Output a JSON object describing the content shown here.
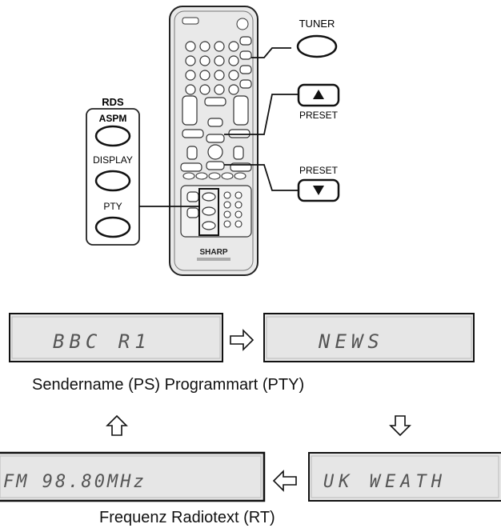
{
  "rds_group": {
    "title": "RDS",
    "buttons": [
      "ASPM",
      "DISPLAY",
      "PTY"
    ]
  },
  "tuner_label": "TUNER",
  "preset_up_label": "PRESET",
  "preset_down_label": "PRESET",
  "remote_brand": "SHARP",
  "displays": {
    "ps": "BBC R1",
    "pty": "NEWS",
    "freq": "FM   98.80MHz",
    "rt": "UK WEATH"
  },
  "captions": {
    "top": "Sendername (PS) Programmart (PTY)",
    "bottom": "Frequenz Radiotext (RT)"
  }
}
